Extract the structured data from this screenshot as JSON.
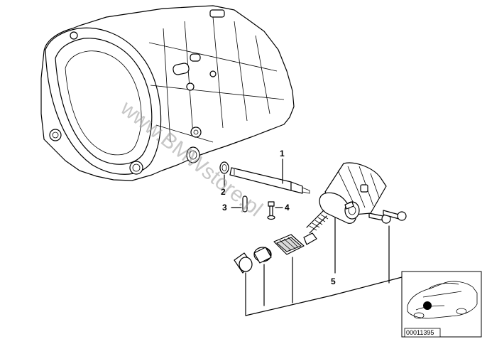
{
  "callouts": [
    {
      "id": "1",
      "label": "1"
    },
    {
      "id": "2",
      "label": "2"
    },
    {
      "id": "3",
      "label": "3"
    },
    {
      "id": "4",
      "label": "4"
    },
    {
      "id": "5",
      "label": "5"
    }
  ],
  "watermark": "www.BMWstore.pl",
  "reference_code": "00011395",
  "colors": {
    "line": "#000000",
    "background": "#ffffff",
    "watermark": "#9a9a9a",
    "marker": "#000000"
  }
}
